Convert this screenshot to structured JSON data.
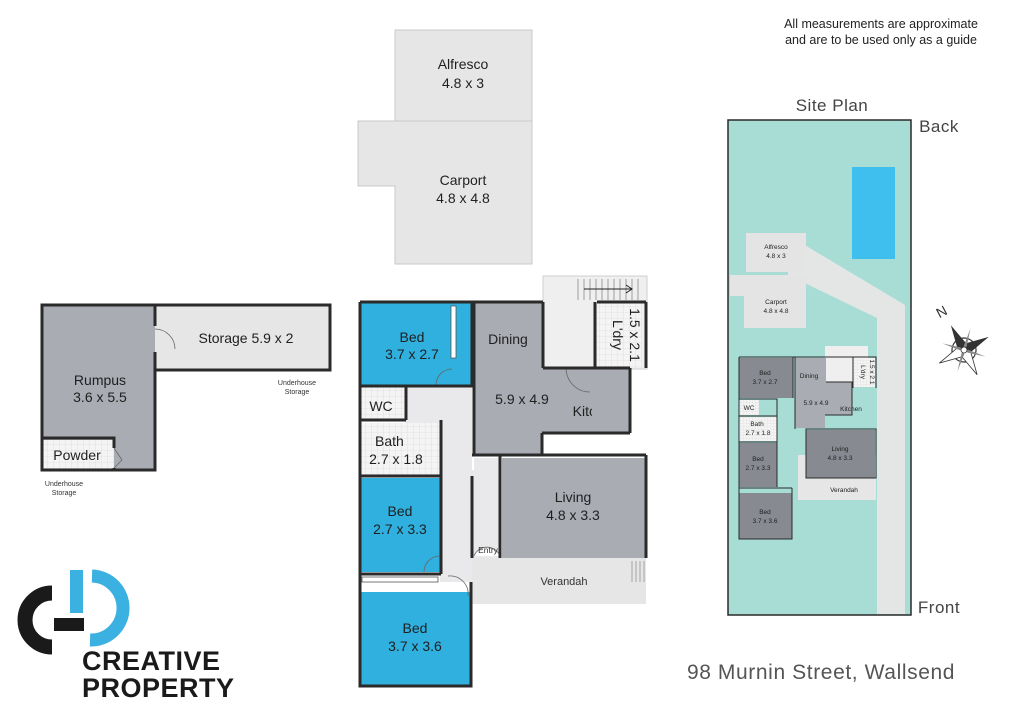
{
  "disclaimer": {
    "line1": "All measurements are approximate",
    "line2": "and are to be used only as a guide"
  },
  "floorplan": {
    "alfresco": {
      "name": "Alfresco",
      "size": "4.8 x 3"
    },
    "carport": {
      "name": "Carport",
      "size": "4.8 x 4.8"
    },
    "bed1": {
      "name": "Bed",
      "size": "3.7 x 2.7"
    },
    "dining": {
      "name": "Dining"
    },
    "kitchen_size": "5.9 x 4.9",
    "kitchen": {
      "name": "Kitchen"
    },
    "laundry": {
      "name": "L'dry",
      "size": "1.5 x 2.1"
    },
    "wc": {
      "name": "WC"
    },
    "bath": {
      "name": "Bath",
      "size": "2.7 x 1.8"
    },
    "living": {
      "name": "Living",
      "size": "4.8 x 3.3"
    },
    "bed2": {
      "name": "Bed",
      "size": "2.7 x 3.3"
    },
    "entry": "Entry",
    "verandah": "Verandah",
    "bed3": {
      "name": "Bed",
      "size": "3.7 x 3.6"
    }
  },
  "underhouse": {
    "rumpus": {
      "name": "Rumpus",
      "size": "3.6 x 5.5"
    },
    "storage": "Storage 5.9 x 2",
    "storage_note_line1": "Underhouse",
    "storage_note_line2": "Storage",
    "powder": "Powder",
    "powder_note_line1": "Underhouse",
    "powder_note_line2": "Storage"
  },
  "site_plan": {
    "title": "Site Plan",
    "back": "Back",
    "front": "Front",
    "alfresco": {
      "name": "Alfresco",
      "size": "4.8 x 3"
    },
    "carport": {
      "name": "Carport",
      "size": "4.8 x 4.8"
    },
    "bed1": {
      "name": "Bed",
      "size": "3.7 x 2.7"
    },
    "dining": "Dining",
    "laundry": {
      "name": "L'dry",
      "size": "1.5 x 2.1"
    },
    "kitchen_size": "5.9 x 4.9",
    "kitchen": "Kitchen",
    "wc": "WC",
    "bath": {
      "name": "Bath",
      "size": "2.7 x 1.8"
    },
    "living": {
      "name": "Living",
      "size": "4.8 x 3.3"
    },
    "bed2": {
      "name": "Bed",
      "size": "2.7 x 3.3"
    },
    "verandah": "Verandah",
    "bed3": {
      "name": "Bed",
      "size": "3.7 x 3.6"
    },
    "compass_letter": "N"
  },
  "address": "98 Murnin Street, Wallsend",
  "brand": {
    "line1": "CREATIVE",
    "line2": "PROPERTY"
  },
  "colors": {
    "bedroom": "#2fb0de",
    "room_grey": "#a9acb3",
    "outdoor_grey": "#e6e6e6",
    "wet_area": "#f2f2f2",
    "site_lawn": "#a8ddd6",
    "pool": "#3fbfee",
    "wall": "#2a2a2a",
    "logo_blue": "#3ab1e1",
    "logo_black": "#1a1a1a"
  }
}
